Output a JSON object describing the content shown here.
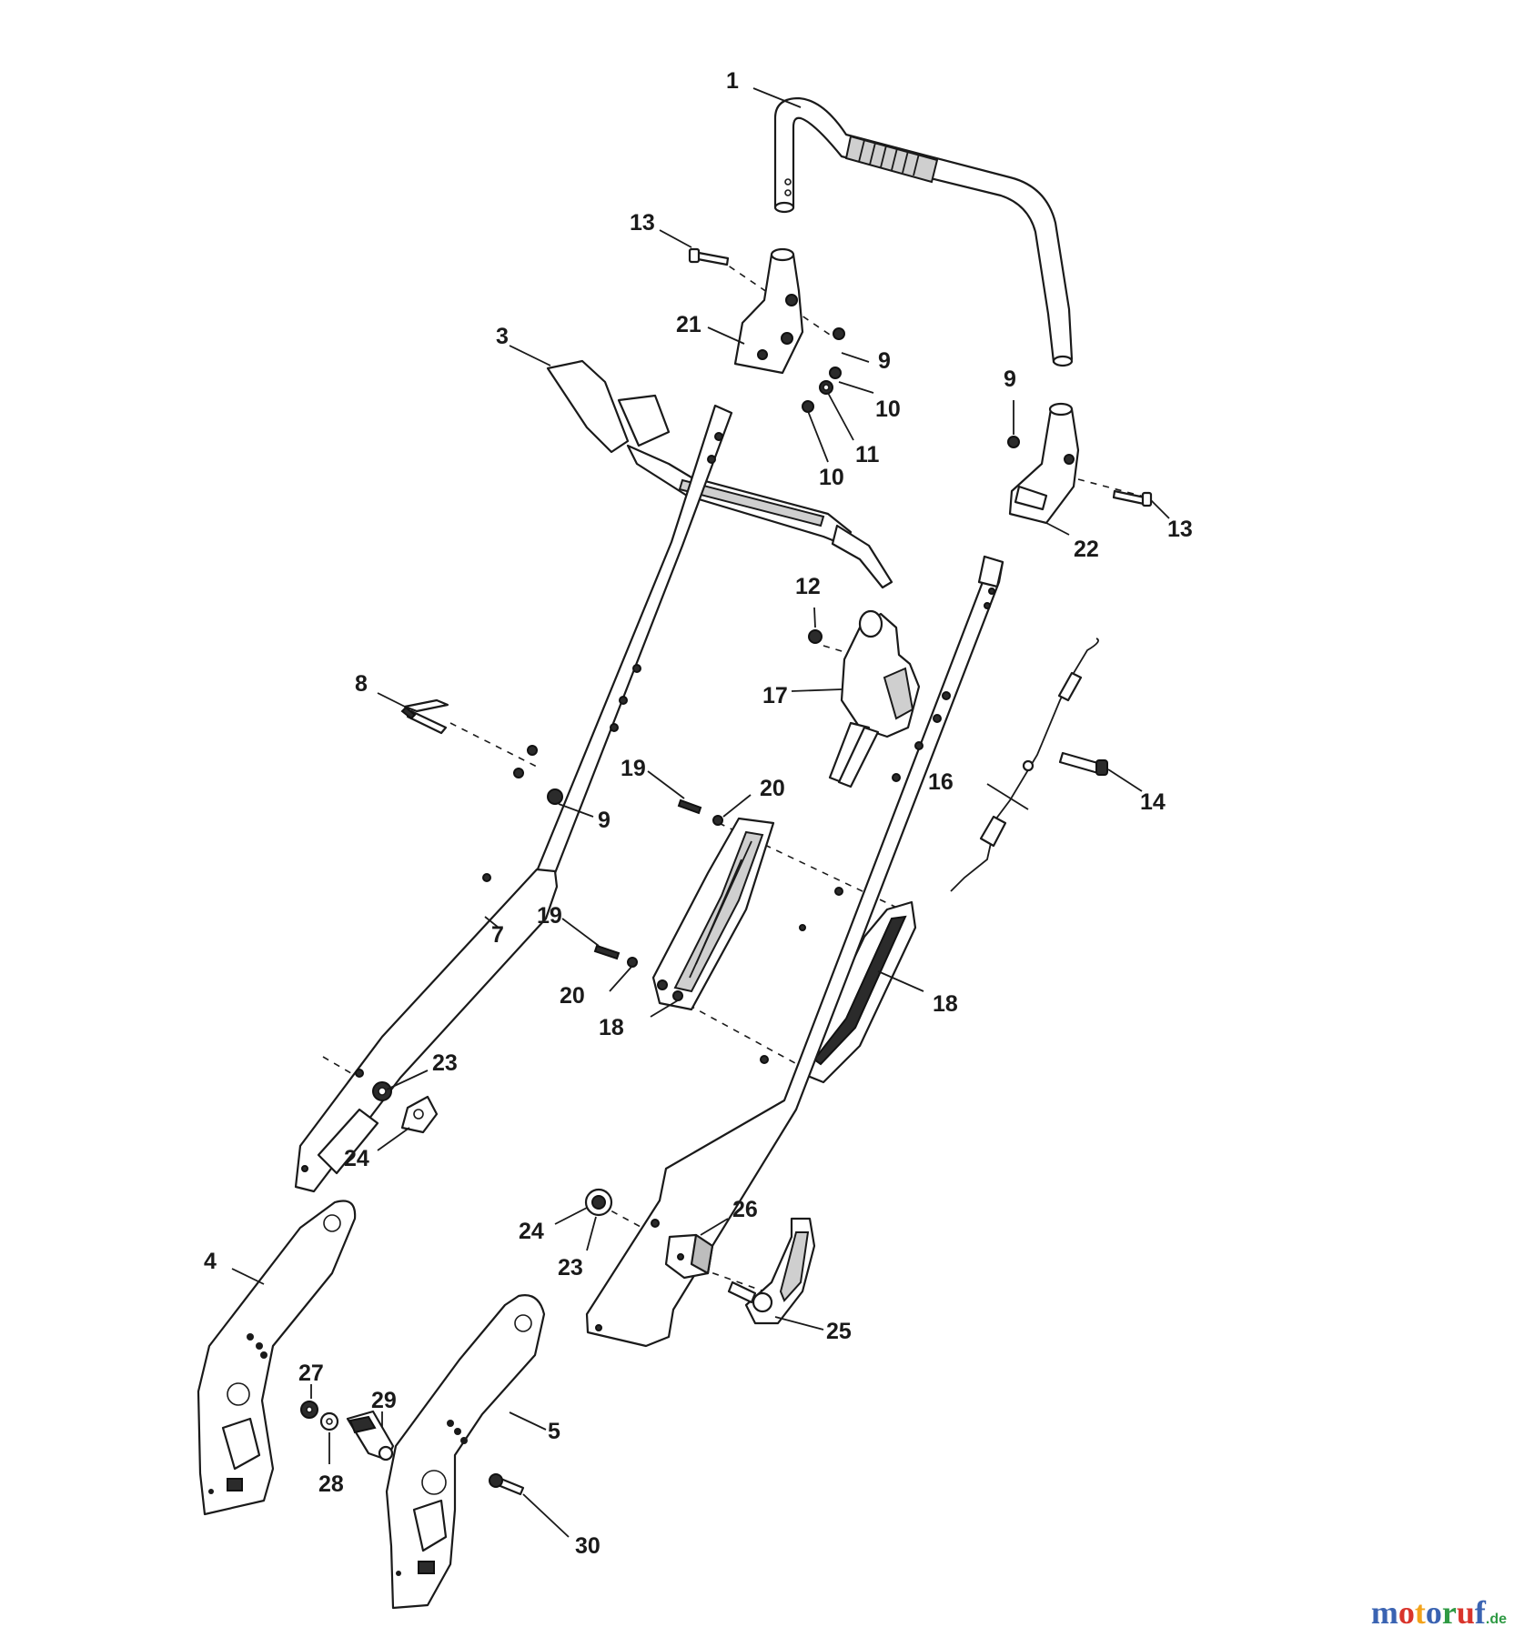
{
  "callouts": [
    {
      "id": "c1",
      "label": "1"
    },
    {
      "id": "c3",
      "label": "3"
    },
    {
      "id": "c4",
      "label": "4"
    },
    {
      "id": "c5",
      "label": "5"
    },
    {
      "id": "c7",
      "label": "7"
    },
    {
      "id": "c8",
      "label": "8"
    },
    {
      "id": "c9a",
      "label": "9"
    },
    {
      "id": "c9b",
      "label": "9"
    },
    {
      "id": "c9c",
      "label": "9"
    },
    {
      "id": "c10a",
      "label": "10"
    },
    {
      "id": "c10b",
      "label": "10"
    },
    {
      "id": "c11",
      "label": "11"
    },
    {
      "id": "c12",
      "label": "12"
    },
    {
      "id": "c13a",
      "label": "13"
    },
    {
      "id": "c13b",
      "label": "13"
    },
    {
      "id": "c14",
      "label": "14"
    },
    {
      "id": "c16",
      "label": "16"
    },
    {
      "id": "c17",
      "label": "17"
    },
    {
      "id": "c18a",
      "label": "18"
    },
    {
      "id": "c18b",
      "label": "18"
    },
    {
      "id": "c19a",
      "label": "19"
    },
    {
      "id": "c19b",
      "label": "19"
    },
    {
      "id": "c20a",
      "label": "20"
    },
    {
      "id": "c20b",
      "label": "20"
    },
    {
      "id": "c21",
      "label": "21"
    },
    {
      "id": "c22",
      "label": "22"
    },
    {
      "id": "c23a",
      "label": "23"
    },
    {
      "id": "c23b",
      "label": "23"
    },
    {
      "id": "c24a",
      "label": "24"
    },
    {
      "id": "c24b",
      "label": "24"
    },
    {
      "id": "c25",
      "label": "25"
    },
    {
      "id": "c26",
      "label": "26"
    },
    {
      "id": "c27",
      "label": "27"
    },
    {
      "id": "c28",
      "label": "28"
    },
    {
      "id": "c29",
      "label": "29"
    },
    {
      "id": "c30",
      "label": "30"
    }
  ],
  "logo": {
    "letters": [
      "m",
      "o",
      "t",
      "o",
      "r",
      "u",
      "f"
    ],
    "tld": ".de"
  }
}
